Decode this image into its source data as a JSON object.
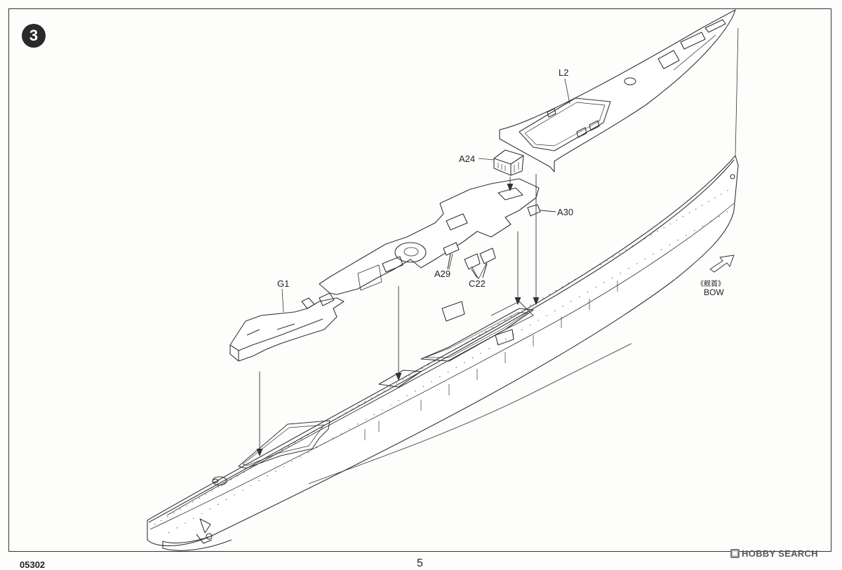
{
  "step": {
    "number": "3"
  },
  "parts": {
    "l2": "L2",
    "a24": "A24",
    "a30": "A30",
    "a29": "A29",
    "c22": "C22",
    "g1": "G1"
  },
  "bow": {
    "label_cn": "《舰首》",
    "label_en": "BOW"
  },
  "footer": {
    "page_number": "5",
    "code": "05302"
  },
  "watermark": {
    "text": "HOBBY SEARCH",
    "icon": "logo-icon"
  }
}
